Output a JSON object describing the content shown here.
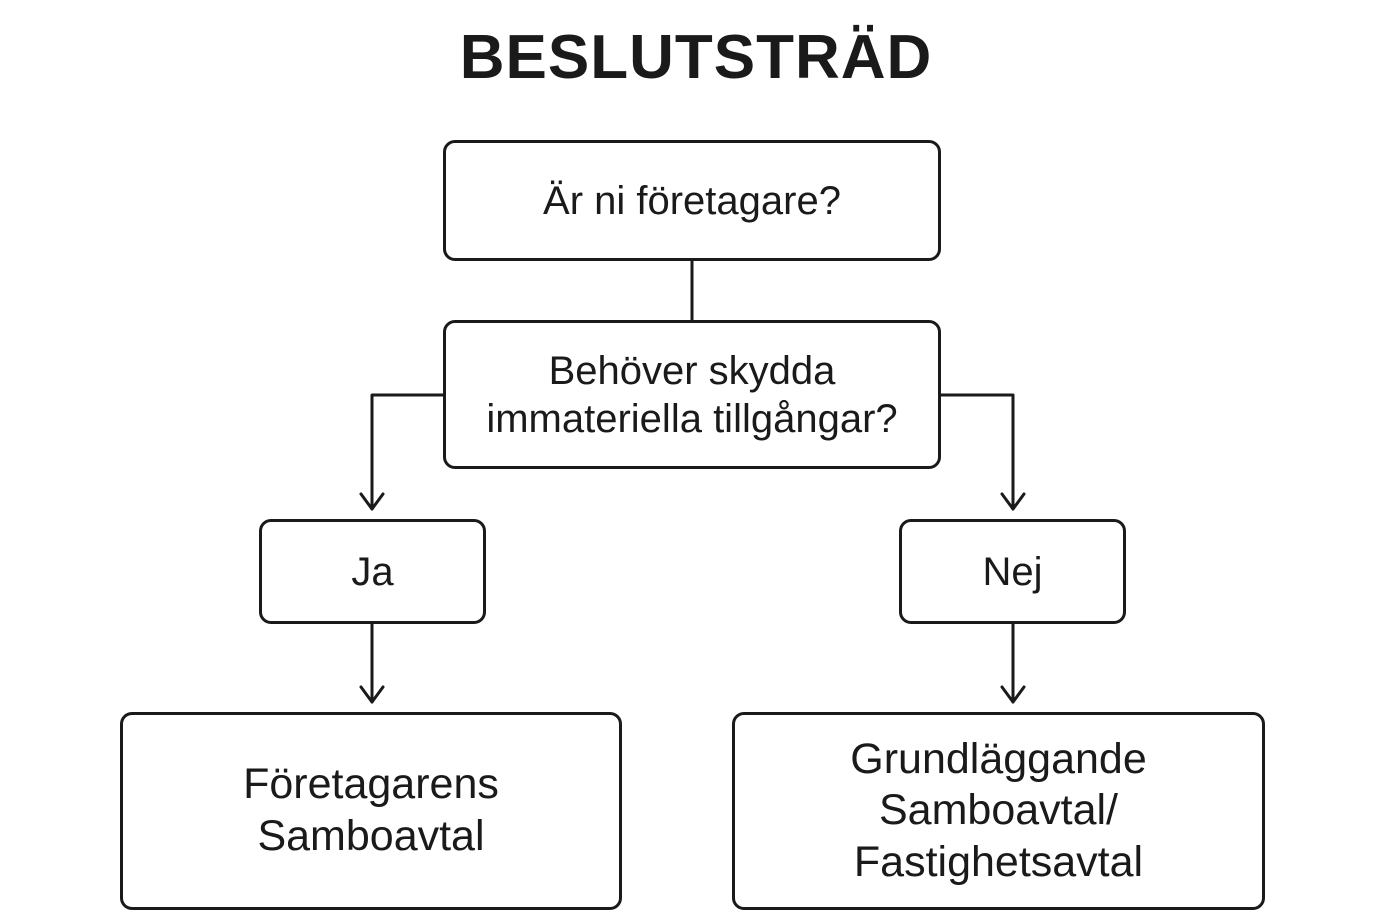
{
  "title": "BESLUTSTRÄD",
  "nodes": {
    "question_1": "Är ni företagare?",
    "question_2": "Behöver skydda\nimmateriella tillgångar?",
    "branch_yes": "Ja",
    "branch_no": "Nej",
    "outcome_yes": "Företagarens\nSamboavtal",
    "outcome_no": "Grundläggande\nSamboavtal/\nFastighetsavtal"
  },
  "colors": {
    "stroke": "#1a1a1a",
    "background": "#ffffff"
  }
}
